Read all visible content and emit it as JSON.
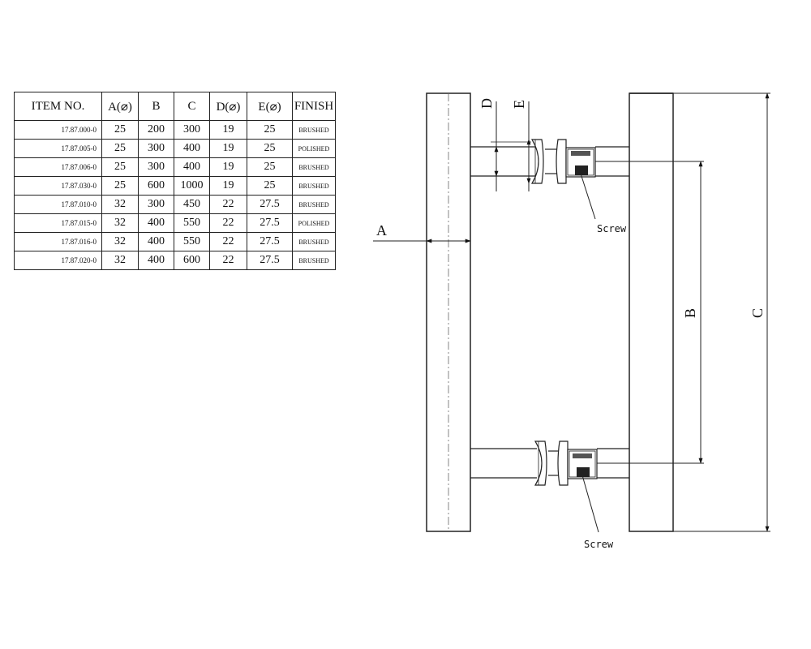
{
  "spec_table": {
    "headers": [
      "ITEM NO.",
      "A(⌀)",
      "B",
      "C",
      "D(⌀)",
      "E(⌀)",
      "FINISH"
    ],
    "rows": [
      [
        "17.87.000-0",
        "25",
        "200",
        "300",
        "19",
        "25",
        "BRUSHED"
      ],
      [
        "17.87.005-0",
        "25",
        "300",
        "400",
        "19",
        "25",
        "POLISHED"
      ],
      [
        "17.87.006-0",
        "25",
        "300",
        "400",
        "19",
        "25",
        "BRUSHED"
      ],
      [
        "17.87.030-0",
        "25",
        "600",
        "1000",
        "19",
        "25",
        "BRUSHED"
      ],
      [
        "17.87.010-0",
        "32",
        "300",
        "450",
        "22",
        "27.5",
        "BRUSHED"
      ],
      [
        "17.87.015-0",
        "32",
        "400",
        "550",
        "22",
        "27.5",
        "POLISHED"
      ],
      [
        "17.87.016-0",
        "32",
        "400",
        "550",
        "22",
        "27.5",
        "BRUSHED"
      ],
      [
        "17.87.020-0",
        "32",
        "400",
        "600",
        "22",
        "27.5",
        "BRUSHED"
      ]
    ]
  },
  "drawing": {
    "labels": {
      "a": "A",
      "b": "B",
      "c": "C",
      "d": "D",
      "e": "E"
    },
    "screw_label": "Screw"
  }
}
